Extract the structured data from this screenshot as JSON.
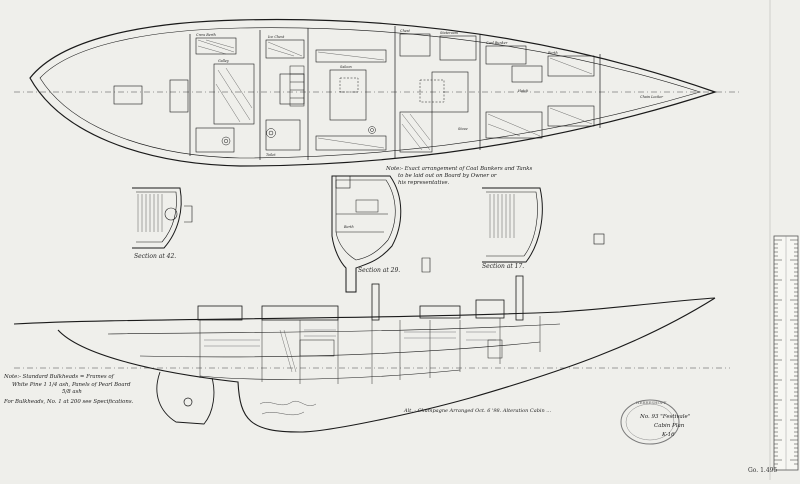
{
  "drawing": {
    "plan_note": {
      "line1": "Note:- Exact arrangement of Coal Bunkers and Tanks",
      "line2": "to be laid out on Board by Owner or",
      "line3": "his representative."
    },
    "sections": {
      "sec1": "Section at 42.",
      "sec2": "Section at 29.",
      "sec3": "Section at 17."
    },
    "profile_note": {
      "line1": "Note:- Standard Bulkheads = Frames of",
      "line2": "White Pine 1 1/4 ash, Panels of Pearl Board",
      "line3": "5/8 ash",
      "line4": "For Bulkheads, No. 1 at 200 see Specifications."
    },
    "stamp": {
      "line1": "No. 93 \"Festivale\"",
      "line2": "Cabin Plan",
      "line3": "K-16",
      "ring": "HERRESHOFF"
    },
    "sheet_number": "Go. 1.495",
    "handwriting": "Alt. - Champagne Arranged Oct. 6 '98. Alteration Cabin ... ",
    "room_labels": {
      "r1": "Crew Berth",
      "r2": "Ice Chest",
      "r3": "Galley",
      "r4": "Toilet",
      "r5": "Saloon",
      "r6": "Stateroom",
      "r7": "Chest",
      "r8": "Coal Bunker",
      "r9": "Hatch",
      "r10": "Chain Locker",
      "r11": "Berth",
      "r12": "Stove"
    }
  }
}
